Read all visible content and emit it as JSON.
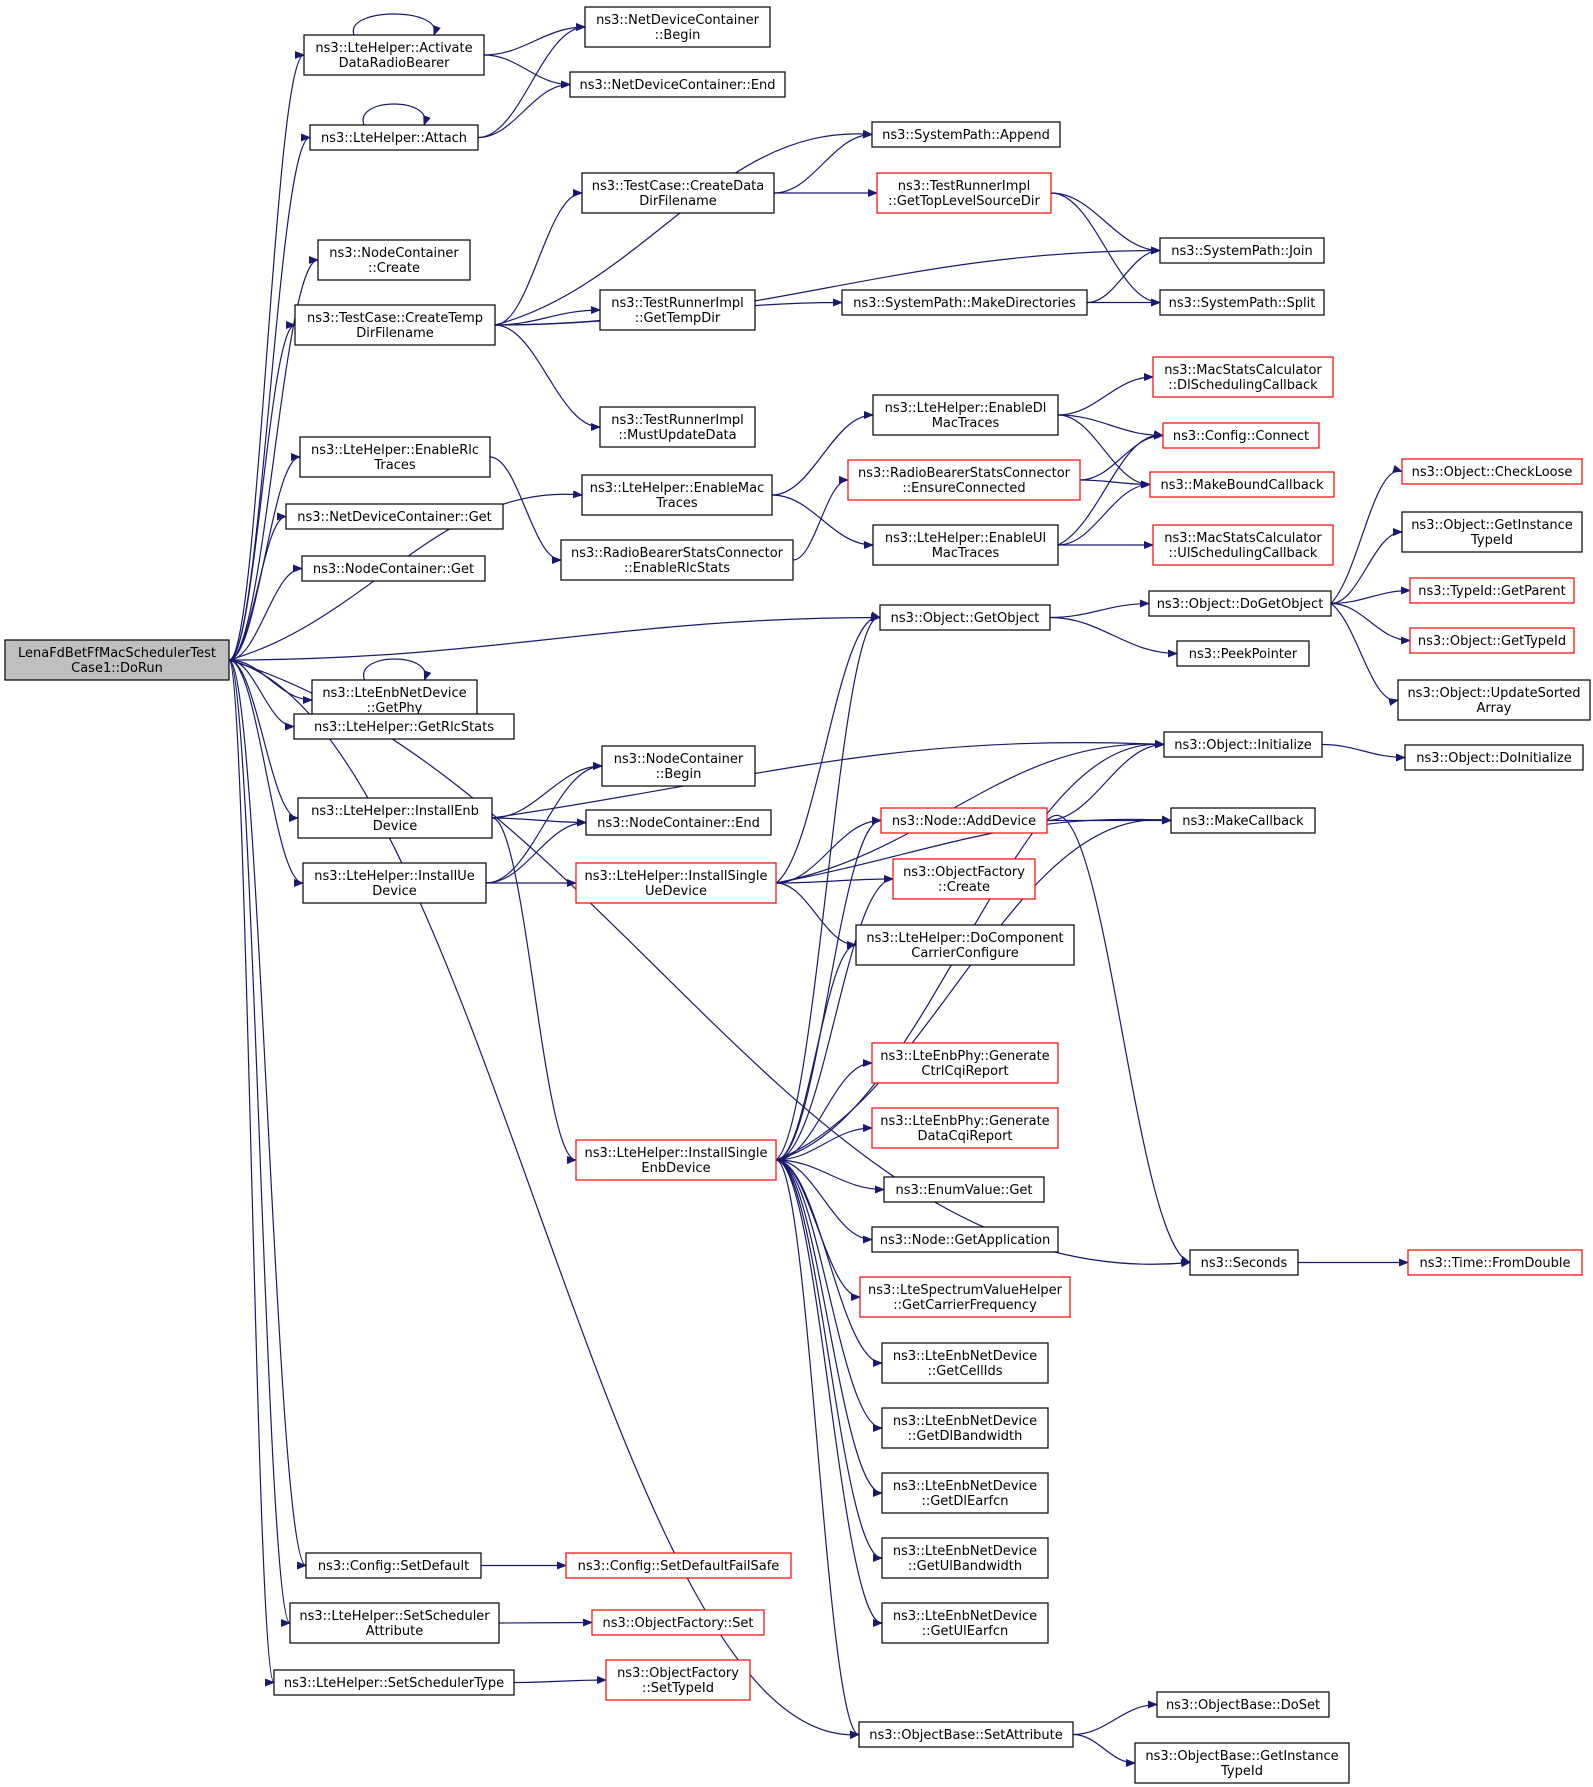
{
  "colors": {
    "edge": "#191970",
    "default_border": "#000000",
    "truncated_border": "#ff0000",
    "root_fill": "#bfbfbf"
  },
  "nodes": {
    "root": {
      "lines": [
        "LenaFdBetFfMacSchedulerTest",
        "Case1::DoRun"
      ],
      "style": "root"
    },
    "activate": {
      "lines": [
        "ns3::LteHelper::Activate",
        "DataRadioBearer"
      ]
    },
    "ndc_begin": {
      "lines": [
        "ns3::NetDeviceContainer",
        "::Begin"
      ]
    },
    "ndc_end": {
      "lines": [
        "ns3::NetDeviceContainer::End"
      ]
    },
    "attach": {
      "lines": [
        "ns3::LteHelper::Attach"
      ]
    },
    "sp_append": {
      "lines": [
        "ns3::SystemPath::Append"
      ]
    },
    "tc_data": {
      "lines": [
        "ns3::TestCase::CreateData",
        "DirFilename"
      ]
    },
    "tri_top": {
      "lines": [
        "ns3::TestRunnerImpl",
        "::GetTopLevelSourceDir"
      ],
      "style": "red"
    },
    "nc_create": {
      "lines": [
        "ns3::NodeContainer",
        "::Create"
      ]
    },
    "sp_join": {
      "lines": [
        "ns3::SystemPath::Join"
      ]
    },
    "tc_temp": {
      "lines": [
        "ns3::TestCase::CreateTemp",
        "DirFilename"
      ]
    },
    "tri_temp": {
      "lines": [
        "ns3::TestRunnerImpl",
        "::GetTempDir"
      ]
    },
    "sp_makedirs": {
      "lines": [
        "ns3::SystemPath::MakeDirectories"
      ]
    },
    "sp_split": {
      "lines": [
        "ns3::SystemPath::Split"
      ]
    },
    "msc_dl": {
      "lines": [
        "ns3::MacStatsCalculator",
        "::DlSchedulingCallback"
      ],
      "style": "red"
    },
    "tri_must": {
      "lines": [
        "ns3::TestRunnerImpl",
        "::MustUpdateData"
      ]
    },
    "enable_dl": {
      "lines": [
        "ns3::LteHelper::EnableDl",
        "MacTraces"
      ]
    },
    "cfg_connect": {
      "lines": [
        "ns3::Config::Connect"
      ],
      "style": "red"
    },
    "enable_rlc": {
      "lines": [
        "ns3::LteHelper::EnableRlc",
        "Traces"
      ]
    },
    "rbsc_ensure": {
      "lines": [
        "ns3::RadioBearerStatsConnector",
        "::EnsureConnected"
      ],
      "style": "red"
    },
    "make_bound": {
      "lines": [
        "ns3::MakeBoundCallback"
      ],
      "style": "red"
    },
    "enable_mac": {
      "lines": [
        "ns3::LteHelper::EnableMac",
        "Traces"
      ]
    },
    "obj_checkloose": {
      "lines": [
        "ns3::Object::CheckLoose"
      ],
      "style": "red"
    },
    "ndc_get": {
      "lines": [
        "ns3::NetDeviceContainer::Get"
      ]
    },
    "obj_getinst": {
      "lines": [
        "ns3::Object::GetInstance",
        "TypeId"
      ]
    },
    "enable_ul": {
      "lines": [
        "ns3::LteHelper::EnableUl",
        "MacTraces"
      ]
    },
    "msc_ul": {
      "lines": [
        "ns3::MacStatsCalculator",
        "::UlSchedulingCallback"
      ],
      "style": "red"
    },
    "rbsc_rlc": {
      "lines": [
        "ns3::RadioBearerStatsConnector",
        "::EnableRlcStats"
      ]
    },
    "nc_get": {
      "lines": [
        "ns3::NodeContainer::Get"
      ]
    },
    "typeid_parent": {
      "lines": [
        "ns3::TypeId::GetParent"
      ],
      "style": "red"
    },
    "obj_dogetobject": {
      "lines": [
        "ns3::Object::DoGetObject"
      ]
    },
    "obj_getobject": {
      "lines": [
        "ns3::Object::GetObject"
      ]
    },
    "obj_gettypeid": {
      "lines": [
        "ns3::Object::GetTypeId"
      ],
      "style": "red"
    },
    "peek_pointer": {
      "lines": [
        "ns3::PeekPointer"
      ]
    },
    "lend_getphy": {
      "lines": [
        "ns3::LteEnbNetDevice",
        "::GetPhy"
      ]
    },
    "obj_upd_sorted": {
      "lines": [
        "ns3::Object::UpdateSorted",
        "Array"
      ]
    },
    "get_rlc_stats": {
      "lines": [
        "ns3::LteHelper::GetRlcStats"
      ]
    },
    "obj_initialize": {
      "lines": [
        "ns3::Object::Initialize"
      ]
    },
    "nc_begin": {
      "lines": [
        "ns3::NodeContainer",
        "::Begin"
      ]
    },
    "obj_doinit": {
      "lines": [
        "ns3::Object::DoInitialize"
      ]
    },
    "install_enb": {
      "lines": [
        "ns3::LteHelper::InstallEnb",
        "Device"
      ]
    },
    "nc_end": {
      "lines": [
        "ns3::NodeContainer::End"
      ]
    },
    "node_adddevice": {
      "lines": [
        "ns3::Node::AddDevice"
      ],
      "style": "red"
    },
    "make_callback": {
      "lines": [
        "ns3::MakeCallback"
      ]
    },
    "install_ue": {
      "lines": [
        "ns3::LteHelper::InstallUe",
        "Device"
      ]
    },
    "install_single_ue": {
      "lines": [
        "ns3::LteHelper::InstallSingle",
        "UeDevice"
      ],
      "style": "red"
    },
    "of_create": {
      "lines": [
        "ns3::ObjectFactory",
        "::Create"
      ],
      "style": "red"
    },
    "do_component": {
      "lines": [
        "ns3::LteHelper::DoComponent",
        "CarrierConfigure"
      ]
    },
    "gen_ctrl_cqi": {
      "lines": [
        "ns3::LteEnbPhy::Generate",
        "CtrlCqiReport"
      ],
      "style": "red"
    },
    "gen_data_cqi": {
      "lines": [
        "ns3::LteEnbPhy::Generate",
        "DataCqiReport"
      ],
      "style": "red"
    },
    "install_single_enb": {
      "lines": [
        "ns3::LteHelper::InstallSingle",
        "EnbDevice"
      ],
      "style": "red"
    },
    "enum_get": {
      "lines": [
        "ns3::EnumValue::Get"
      ]
    },
    "node_getapp": {
      "lines": [
        "ns3::Node::GetApplication"
      ]
    },
    "seconds": {
      "lines": [
        "ns3::Seconds"
      ]
    },
    "time_fromdouble": {
      "lines": [
        "ns3::Time::FromDouble"
      ],
      "style": "red"
    },
    "lsvh_carrier": {
      "lines": [
        "ns3::LteSpectrumValueHelper",
        "::GetCarrierFrequency"
      ],
      "style": "red"
    },
    "lend_cellids": {
      "lines": [
        "ns3::LteEnbNetDevice",
        "::GetCellIds"
      ]
    },
    "lend_dlbw": {
      "lines": [
        "ns3::LteEnbNetDevice",
        "::GetDlBandwidth"
      ]
    },
    "lend_dlearfcn": {
      "lines": [
        "ns3::LteEnbNetDevice",
        "::GetDlEarfcn"
      ]
    },
    "lend_ulbw": {
      "lines": [
        "ns3::LteEnbNetDevice",
        "::GetUlBandwidth"
      ]
    },
    "cfg_setdefault": {
      "lines": [
        "ns3::Config::SetDefault"
      ]
    },
    "cfg_setdefaultfs": {
      "lines": [
        "ns3::Config::SetDefaultFailSafe"
      ],
      "style": "red"
    },
    "set_sched_attr": {
      "lines": [
        "ns3::LteHelper::SetScheduler",
        "Attribute"
      ]
    },
    "of_set": {
      "lines": [
        "ns3::ObjectFactory::Set"
      ],
      "style": "red"
    },
    "lend_ulearfcn": {
      "lines": [
        "ns3::LteEnbNetDevice",
        "::GetUlEarfcn"
      ]
    },
    "set_sched_type": {
      "lines": [
        "ns3::LteHelper::SetSchedulerType"
      ]
    },
    "of_settypeid": {
      "lines": [
        "ns3::ObjectFactory",
        "::SetTypeId"
      ],
      "style": "red"
    },
    "ob_doset": {
      "lines": [
        "ns3::ObjectBase::DoSet"
      ]
    },
    "ob_setattr": {
      "lines": [
        "ns3::ObjectBase::SetAttribute"
      ]
    },
    "ob_getinst": {
      "lines": [
        "ns3::ObjectBase::GetInstance",
        "TypeId"
      ]
    }
  }
}
